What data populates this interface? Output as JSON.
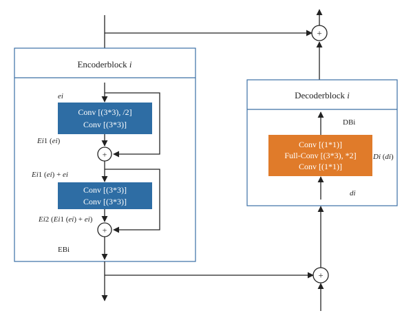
{
  "colors": {
    "frame": "#3a6fa5",
    "encoder_conv": "#2e6da4",
    "decoder_conv": "#e07b2a",
    "line": "#222222",
    "box_text": "#ffffff"
  },
  "encoder": {
    "title_prefix": "Encoderblock ",
    "title_index": "i",
    "input_label": "ei",
    "conv1": {
      "line1": "Conv [(3*3), /2]",
      "line2": "Conv [(3*3)]"
    },
    "out1_label": {
      "prefix": "Ei",
      "suffix": "1 (",
      "var": "ei",
      "close": ")"
    },
    "sum1_label": {
      "prefix": "Ei",
      "mid": "1 (",
      "var1": "ei",
      "tail": ") + ",
      "var2": "ei"
    },
    "conv2": {
      "line1": "Conv [(3*3)]",
      "line2": "Conv [(3*3)]"
    },
    "out2_label": {
      "prefix": "Ei",
      "mid": "2 (",
      "prefix2": "Ei",
      "mid2": "1 (",
      "var1": "ei",
      "tail": ") + ",
      "var2": "ei",
      "close": ")"
    },
    "output_label": "EBi"
  },
  "decoder": {
    "title_prefix": "Decoderblock ",
    "title_index": "i",
    "output_label": "DBi",
    "conv": {
      "line1": "Conv [(1*1)]",
      "line2": "Full-Conv [(3*3), *2]",
      "line3": "Conv [(1*1)]"
    },
    "side_label": {
      "prefix": "Di",
      "mid": " (",
      "var": "di",
      "close": ")"
    },
    "input_label": "di"
  },
  "sum_symbol": "+"
}
